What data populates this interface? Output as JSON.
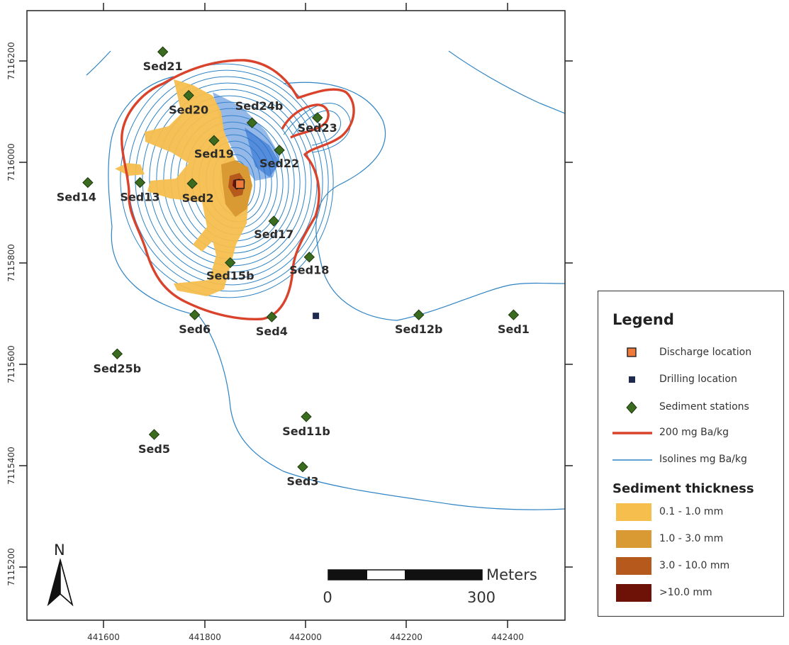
{
  "map": {
    "x_ticks": [
      "441600",
      "441800",
      "442000",
      "442200",
      "442400"
    ],
    "y_ticks": [
      "7116200",
      "7116000",
      "7115800",
      "7115600",
      "7115400",
      "7115200"
    ],
    "stations": [
      {
        "name": "Sed21",
        "e": 441717,
        "n": 7116218
      },
      {
        "name": "Sed20",
        "e": 441768,
        "n": 7116132
      },
      {
        "name": "Sed24b",
        "e": 441893,
        "n": 7116078
      },
      {
        "name": "Sed23",
        "e": 442022,
        "n": 7116088
      },
      {
        "name": "Sed19",
        "e": 441818,
        "n": 7116043
      },
      {
        "name": "Sed22",
        "e": 441947,
        "n": 7116024
      },
      {
        "name": "Sed14",
        "e": 441569,
        "n": 7115960
      },
      {
        "name": "Sed13",
        "e": 441672,
        "n": 7115960
      },
      {
        "name": "Sed2",
        "e": 441775,
        "n": 7115958
      },
      {
        "name": "Sed17",
        "e": 441936,
        "n": 7115884
      },
      {
        "name": "Sed18",
        "e": 442006,
        "n": 7115813
      },
      {
        "name": "Sed15b",
        "e": 441850,
        "n": 7115802
      },
      {
        "name": "Sed6",
        "e": 441780,
        "n": 7115699
      },
      {
        "name": "Sed4",
        "e": 441932,
        "n": 7115695
      },
      {
        "name": "Sed12b",
        "e": 442222,
        "n": 7115699
      },
      {
        "name": "Sed1",
        "e": 442409,
        "n": 7115699
      },
      {
        "name": "Sed25b",
        "e": 441627,
        "n": 7115622
      },
      {
        "name": "Sed11b",
        "e": 442000,
        "n": 7115498
      },
      {
        "name": "Sed5",
        "e": 441700,
        "n": 7115463
      },
      {
        "name": "Sed3",
        "e": 441993,
        "n": 7115399
      }
    ],
    "discharge": {
      "e": 441869,
      "n": 7115957
    },
    "drilling": {
      "e": 442019,
      "n": 7115697
    }
  },
  "scale_bar": {
    "unit": "Meters",
    "start": "0",
    "end": "300"
  },
  "north_arrow": {
    "label": "N",
    "icon": "north-arrow-icon"
  },
  "legend": {
    "title": "Legend",
    "items": [
      {
        "label": "Discharge location",
        "icon": "orange-square-icon",
        "color": "#f07a3a"
      },
      {
        "label": "Drilling location",
        "icon": "navy-square-icon",
        "color": "#1f2a4f"
      },
      {
        "label": "Sediment stations",
        "icon": "green-diamond-icon",
        "color": "#3a6b1f"
      },
      {
        "label": "200 mg Ba/kg",
        "icon": "red-line-icon",
        "color": "#d9432b"
      },
      {
        "label": "Isolines mg Ba/kg",
        "icon": "blue-line-icon",
        "color": "#2e83c4"
      }
    ],
    "thickness_title": "Sediment thickness",
    "thickness_classes": [
      {
        "label": "0.1 - 1.0 mm",
        "color": "#f5be4d"
      },
      {
        "label": "1.0 - 3.0 mm",
        "color": "#d99a34"
      },
      {
        "label": "3.0 - 10.0 mm",
        "color": "#b55a1c"
      },
      {
        "label": ">10.0 mm",
        "color": "#6e1207"
      }
    ]
  }
}
